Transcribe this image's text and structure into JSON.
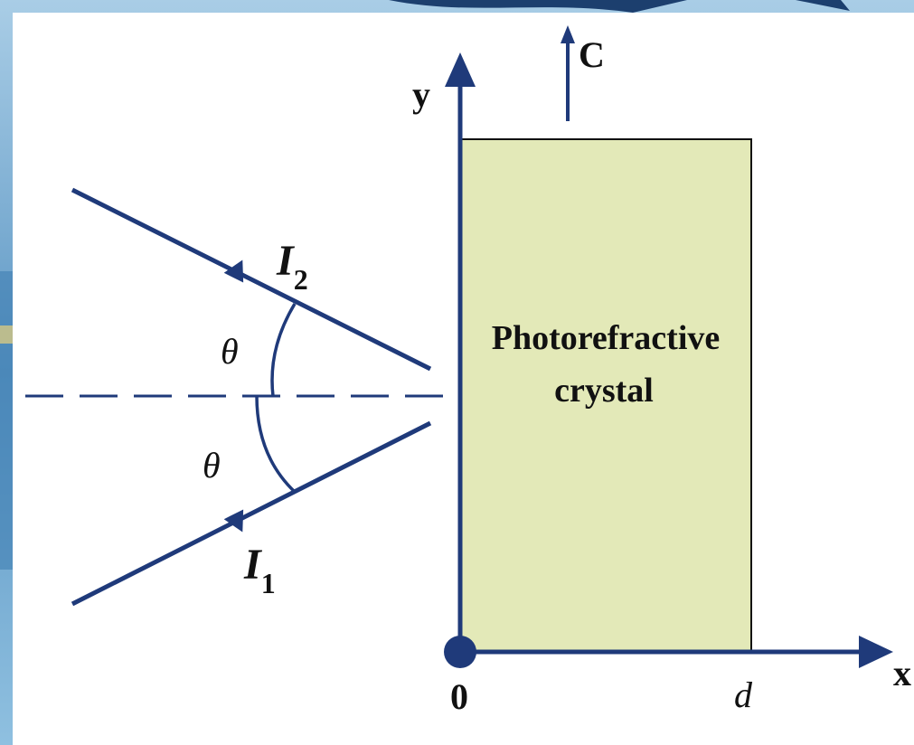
{
  "diagram": {
    "crystal": {
      "label_line1": "Photorefractive",
      "label_line2": "crystal",
      "fill_color": "#e3e9b8",
      "border_color": "#111111"
    },
    "axes": {
      "x_label": "x",
      "y_label": "y",
      "origin_label": "0",
      "thickness_label": "d",
      "color": "#1f3a7a"
    },
    "c_axis": {
      "label": "C"
    },
    "beams": {
      "upper": {
        "symbol": "I",
        "subscript": "2"
      },
      "lower": {
        "symbol": "I",
        "subscript": "1"
      },
      "color": "#1f3a7a"
    },
    "angles": {
      "upper": "θ",
      "lower": "θ"
    },
    "background": {
      "frame_color": "#6fa6cf",
      "accent_color": "#1c3f6e",
      "panel_color": "#ffffff"
    }
  }
}
